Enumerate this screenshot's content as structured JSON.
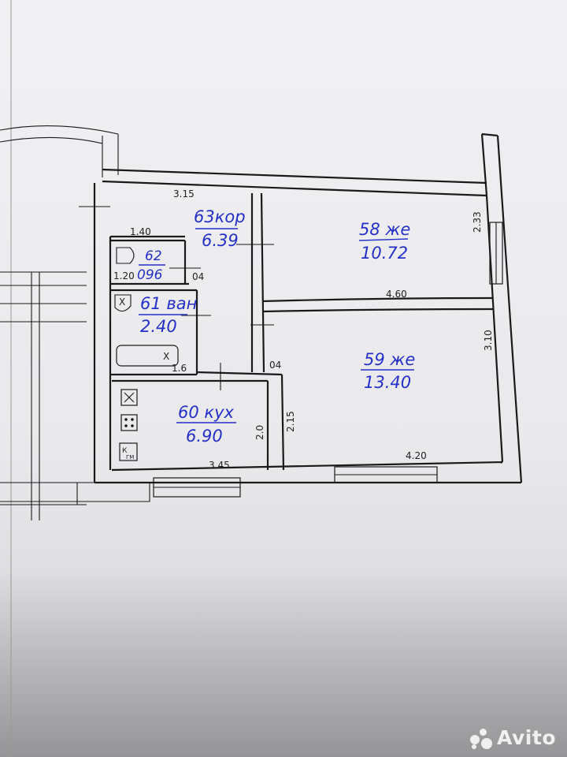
{
  "colors": {
    "ink": "#1a1a1a",
    "handwriting": "#2430c8",
    "paper": "#efeff2"
  },
  "rooms": [
    {
      "id": "corridor",
      "number": "63кор",
      "area": "6.39"
    },
    {
      "id": "room58",
      "number": "58 же",
      "area": "10.72"
    },
    {
      "id": "toilet",
      "number": "62",
      "area": "096"
    },
    {
      "id": "bath",
      "number": "61 ван",
      "area": "2.40"
    },
    {
      "id": "room59",
      "number": "59 же",
      "area": "13.40"
    },
    {
      "id": "kitchen",
      "number": "60 кух",
      "area": "6.90"
    }
  ],
  "dimensions": {
    "corridor_top": "3.15",
    "right_upper": "2.33",
    "toilet_width": "1.40",
    "toilet_depth": "1.20",
    "toilet_gap": "04",
    "room58_bottom": "4.60",
    "right_lower": "3.10",
    "bath_depth": "1.6",
    "kitchen_gap": "04",
    "kitchen_side": "2.15",
    "kitchen_depth": "2.0",
    "kitchen_bottom": "3.45",
    "room59_bottom": "4.20"
  },
  "fixture_labels": {
    "wc": "Х",
    "sink": "Х",
    "stove": "К",
    "stove_sub": "ГМ"
  },
  "watermark": {
    "text": "Avito",
    "icon": "avito-logo-icon"
  }
}
